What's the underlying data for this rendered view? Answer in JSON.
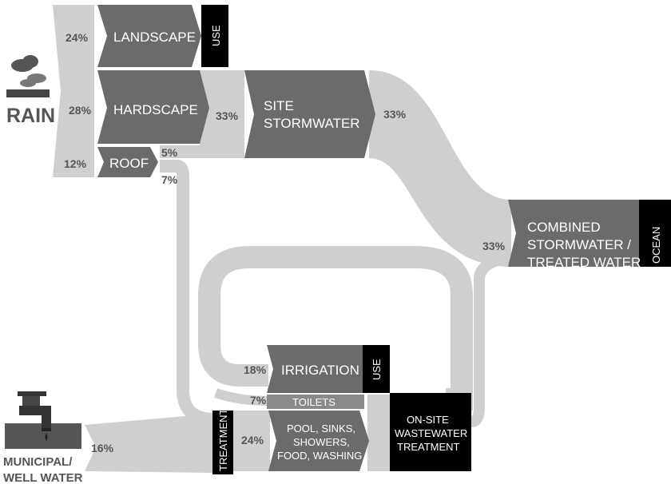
{
  "sources": {
    "rain_label": "RAIN",
    "municipal_label_line1": "MUNICIPAL/",
    "municipal_label_line2": "WELL WATER"
  },
  "nodes": {
    "landscape": "LANDSCAPE",
    "hardscape": "HARDSCAPE",
    "roof": "ROOF",
    "site_stormwater_line1": "SITE",
    "site_stormwater_line2": "STORMWATER",
    "combined_line1": "COMBINED",
    "combined_line2": "STORMWATER /",
    "combined_line3": "TREATED WATER",
    "ocean": "OCEAN",
    "use_top": "USE",
    "irrigation": "IRRIGATION",
    "use_irrigation": "USE",
    "toilets": "TOILETS",
    "pool_line1": "POOL, SINKS,",
    "pool_line2": "SHOWERS,",
    "pool_line3": "FOOD, WASHING",
    "treatment": "TREATMENT",
    "onsite_line1": "ON-SITE",
    "onsite_line2": "WASTEWATER",
    "onsite_line3": "TREATMENT"
  },
  "percentages": {
    "landscape": "24%",
    "hardscape": "28%",
    "roof": "12%",
    "roof_to_stormwater": "5%",
    "roof_down": "7%",
    "into_site_stormwater": "33%",
    "out_of_site_stormwater": "33%",
    "into_combined": "33%",
    "irrigation": "18%",
    "toilets": "7%",
    "pool": "24%",
    "municipal": "16%"
  },
  "colors": {
    "flow": "#cfcfcf",
    "node": "#6b6b6b",
    "terminal": "#000000",
    "percent_text": "#555555"
  }
}
